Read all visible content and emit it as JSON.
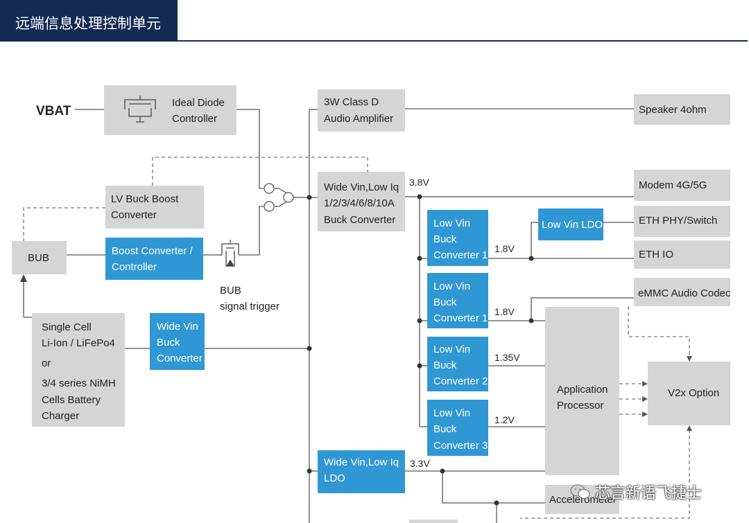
{
  "header": {
    "title": "远端信息处理控制单元"
  },
  "diagram": {
    "vbat": "VBAT",
    "ideal_diode": [
      "Ideal Diode",
      "Controller"
    ],
    "class_d": [
      "3W Class D",
      "Audio Amplifier"
    ],
    "speaker": "Speaker 4ohm",
    "lv_buck_boost": [
      "LV Buck Boost",
      "Converter"
    ],
    "wide_vin_buck_main": [
      "Wide Vin,Low Iq",
      "1/2/3/4/6/8/10A",
      "Buck Converter"
    ],
    "v_38": "3.8V",
    "modem": "Modem 4G/5G",
    "bub": "BUB",
    "boost": [
      "Boost Converter /",
      "Controller"
    ],
    "bub_trigger": [
      "BUB",
      "signal trigger"
    ],
    "low_vin_ldo": "Low Vin LDO",
    "eth_phy": "ETH PHY/Switch",
    "eth_io": "ETH IO",
    "lv_buck_1a": [
      "Low Vin",
      "Buck",
      "Converter 1"
    ],
    "v_18a": "1.8V",
    "lv_buck_1b": [
      "Low Vin",
      "Buck",
      "Converter 1"
    ],
    "v_18b": "1.8V",
    "emmc": "eMMC Audio Codec",
    "lv_buck_2": [
      "Low Vin",
      "Buck",
      "Converter 2"
    ],
    "v_135": "1.35V",
    "lv_buck_3": [
      "Low Vin",
      "Buck",
      "Converter 3"
    ],
    "v_12": "1.2V",
    "app_proc": [
      "Application",
      "Processor"
    ],
    "v2x": "V2x Option",
    "battery_charger": [
      "Single Cell",
      "Li-Ion / LiFePo4",
      "or",
      "3/4 series NiMH",
      "Cells Battery",
      "Charger"
    ],
    "wide_vin_buck": [
      "Wide Vin",
      "Buck",
      "Converter"
    ],
    "wide_vin_ldo": [
      "Wide Vin,Low Iq",
      "LDO"
    ],
    "v_33": "3.3V",
    "accelerometer": "Accelerometer"
  },
  "watermark": "芯言新语飞捷士",
  "colors": {
    "header": "#132a52",
    "gray_box": "#d5d5d5",
    "blue_box": "#2f97d3"
  }
}
